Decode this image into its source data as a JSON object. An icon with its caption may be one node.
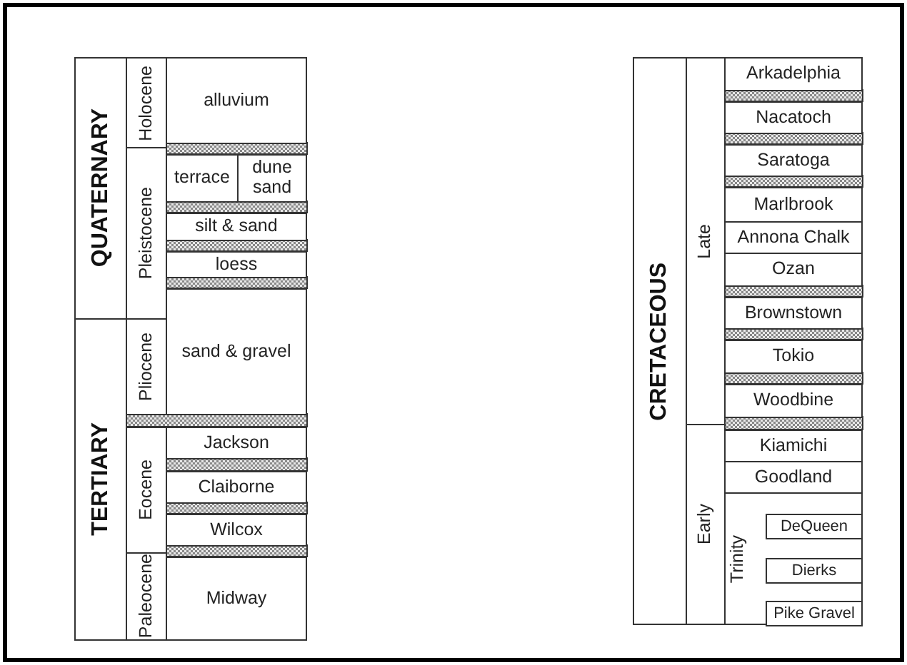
{
  "diagram": {
    "nodes": [
      {
        "text": [
          "QUATERNARY"
        ]
      },
      {
        "text": [
          "Holocene"
        ]
      },
      {
        "text": [
          "alluvium"
        ]
      },
      {
        "text": [
          "Pleistocene"
        ]
      },
      {
        "text": [
          "terrace"
        ]
      },
      {
        "text": [
          "dune sand"
        ]
      },
      {
        "text": [
          "silt & sand"
        ]
      },
      {
        "text": [
          "loess"
        ]
      },
      {
        "text": [
          "TERTIARY"
        ]
      },
      {
        "text": [
          "Pliocene"
        ]
      },
      {
        "text": [
          "sand & gravel"
        ]
      },
      {
        "text": [
          "Eocene"
        ]
      },
      {
        "text": [
          "Jackson"
        ]
      },
      {
        "text": [
          "Claiborne"
        ]
      },
      {
        "text": [
          "Wilcox"
        ]
      },
      {
        "text": [
          "Paleocene"
        ]
      },
      {
        "text": [
          "Midway"
        ]
      },
      {
        "text": [
          "CRETACEOUS"
        ]
      },
      {
        "text": [
          "Late"
        ]
      },
      {
        "text": [
          "Arkadelphia"
        ]
      },
      {
        "text": [
          "Nacatoch"
        ]
      },
      {
        "text": [
          "Saratoga"
        ]
      },
      {
        "text": [
          "Marlbrook"
        ]
      },
      {
        "text": [
          "Annona Chalk"
        ]
      },
      {
        "text": [
          "Ozan"
        ]
      },
      {
        "text": [
          "Brownstown"
        ]
      },
      {
        "text": [
          "Tokio"
        ]
      },
      {
        "text": [
          "Woodbine"
        ]
      },
      {
        "text": [
          "Early"
        ]
      },
      {
        "text": [
          "Kiamichi"
        ]
      },
      {
        "text": [
          "Goodland"
        ]
      },
      {
        "text": [
          "Trinity"
        ]
      },
      {
        "text": [
          "DeQueen"
        ],
        "in": 31
      },
      {
        "text": [
          "Dierks"
        ],
        "in": 31
      },
      {
        "text": [
          "Pike Gravel"
        ],
        "in": 31
      }
    ]
  }
}
